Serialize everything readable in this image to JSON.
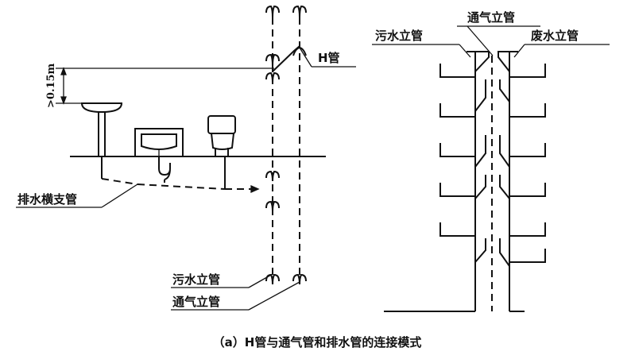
{
  "labels": {
    "h_pipe": "H管",
    "distance": ">0.15m",
    "horizontal_branch": "排水横支管",
    "sewage_stack_left": "污水立管",
    "vent_stack_left": "通气立管",
    "sewage_stack_right": "污水立管",
    "vent_stack_right": "通气立管",
    "waste_stack_right": "废水立管"
  },
  "caption": "（a）H管与通气管和排水管的连接模式"
}
